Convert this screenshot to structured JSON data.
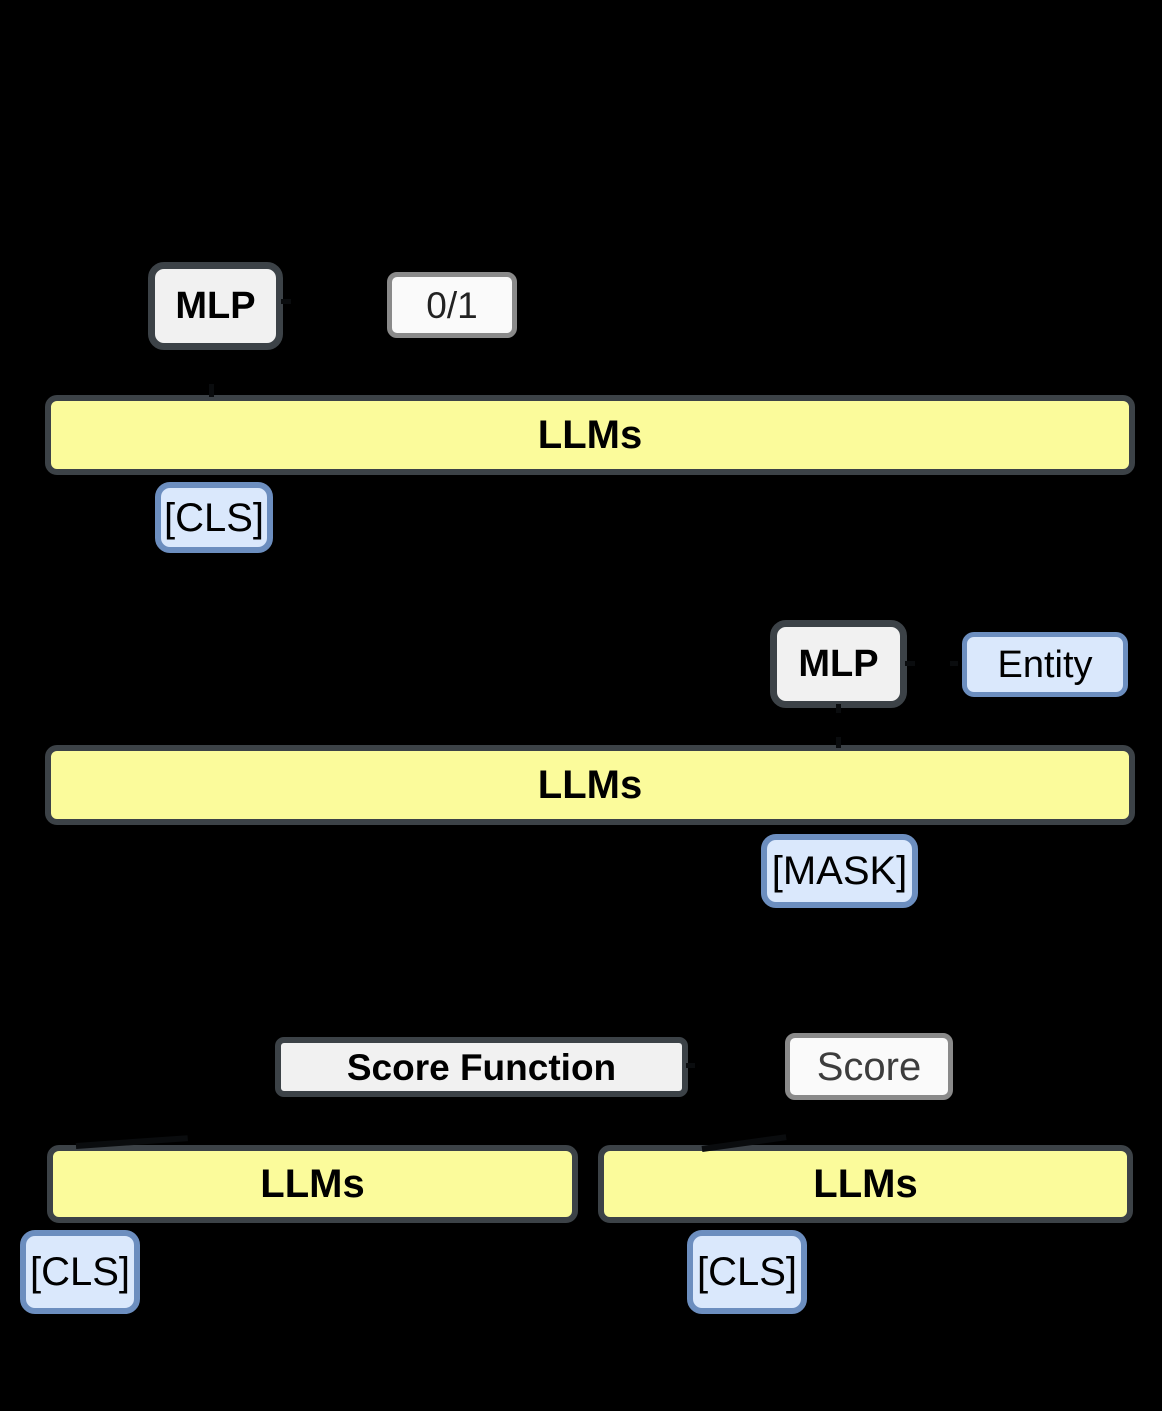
{
  "figure": {
    "background_color": "#000000",
    "palette": {
      "llm_bar_fill": "#FBFB9B",
      "dark_border": "#3C4247",
      "process_fill": "#F1F1F1",
      "output_fill": "#FAFAFA",
      "output_border": "#8A8A8A",
      "token_fill": "#DAE8FC",
      "token_border": "#6C8EBF"
    },
    "sections": [
      {
        "id": "binary-classification",
        "mlp": "MLP",
        "output": "0/1",
        "llm": "LLMs",
        "token": "[CLS]"
      },
      {
        "id": "masked-entity-prediction",
        "mlp": "MLP",
        "output": "Entity",
        "llm": "LLMs",
        "token": "[MASK]"
      },
      {
        "id": "similarity-scoring",
        "score_function": "Score Function",
        "output": "Score",
        "llm_left": "LLMs",
        "llm_right": "LLMs",
        "token_left": "[CLS]",
        "token_right": "[CLS]"
      }
    ]
  }
}
